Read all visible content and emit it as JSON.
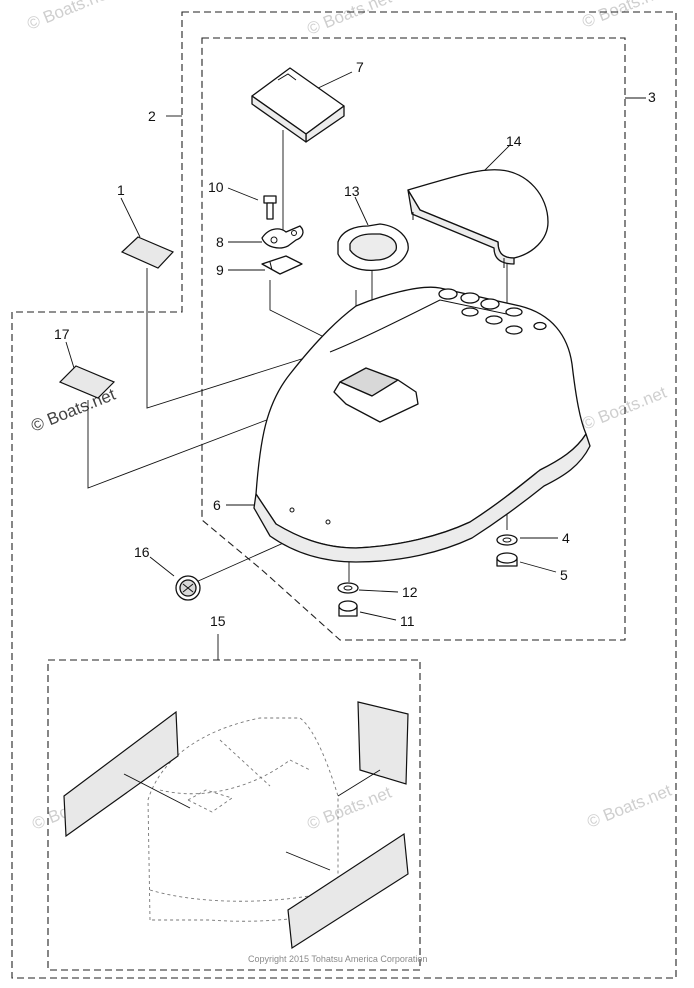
{
  "callouts": {
    "c1": "1",
    "c2": "2",
    "c3": "3",
    "c4": "4",
    "c5": "5",
    "c6": "6",
    "c7": "7",
    "c8": "8",
    "c9": "9",
    "c10": "10",
    "c11": "11",
    "c12": "12",
    "c13": "13",
    "c14": "14",
    "c15": "15",
    "c16": "16",
    "c17": "17"
  },
  "watermark": {
    "brand": "© Boats.net"
  },
  "copyright": "Copyright 2015 Tohatsu America Corporation"
}
